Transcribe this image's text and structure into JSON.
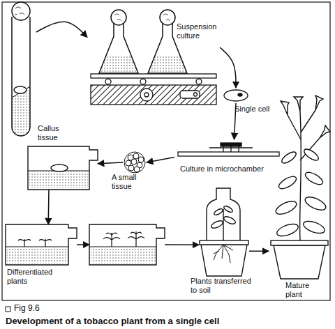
{
  "diagram": {
    "caption": "Development of a tobacco plant from a single cell",
    "nodes": [
      {
        "text": [
          "Callus tissue"
        ]
      },
      {
        "text": [
          "Suspension culture"
        ]
      },
      {
        "text": [
          "Single cell"
        ]
      },
      {
        "text": [
          "Culture in microchamber"
        ]
      },
      {
        "text": [
          "A small tissue"
        ]
      },
      {
        "text": []
      },
      {
        "text": [
          "Differentiated plants"
        ]
      },
      {
        "text": []
      },
      {
        "text": [
          "Plants transferred to soil"
        ]
      },
      {
        "text": [
          "Mature plant"
        ]
      }
    ],
    "edges": [
      {
        "from": 0,
        "to": 1,
        "arrow": "to"
      },
      {
        "from": 1,
        "to": 2,
        "arrow": "to"
      },
      {
        "from": 2,
        "to": 3,
        "arrow": "to"
      },
      {
        "from": 3,
        "to": 4,
        "arrow": "to"
      },
      {
        "from": 4,
        "to": 5,
        "arrow": "to"
      },
      {
        "from": 5,
        "to": 6,
        "arrow": "to"
      },
      {
        "from": 6,
        "to": 7,
        "arrow": "to"
      },
      {
        "from": 7,
        "to": 8,
        "arrow": "to"
      },
      {
        "from": 8,
        "to": 9,
        "arrow": "to"
      }
    ],
    "labels": [
      "Fig 9.6"
    ]
  }
}
